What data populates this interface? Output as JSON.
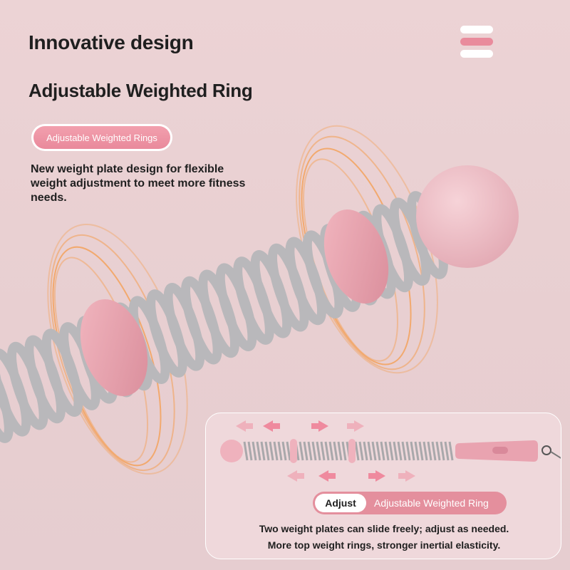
{
  "heading": {
    "title": "Innovative design",
    "subtitle": "Adjustable Weighted Ring"
  },
  "feature": {
    "pill_label": "Adjustable Weighted Rings",
    "description": "New weight plate design for flexible weight adjustment to meet more fitness needs."
  },
  "menu": {
    "icon": "hamburger-icon"
  },
  "detail_card": {
    "adjust_label": "Adjust",
    "adjust_text": "Adjustable Weighted Ring",
    "line1": "Two weight plates can slide freely; adjust as needed.",
    "line2": "More top weight rings, stronger inertial elasticity."
  },
  "colors": {
    "background": "#ecd3d5",
    "accent": "#e98b9c",
    "spring": "#b9b8bb",
    "ball": "#f0c2c9",
    "text": "#1f1f1f"
  }
}
